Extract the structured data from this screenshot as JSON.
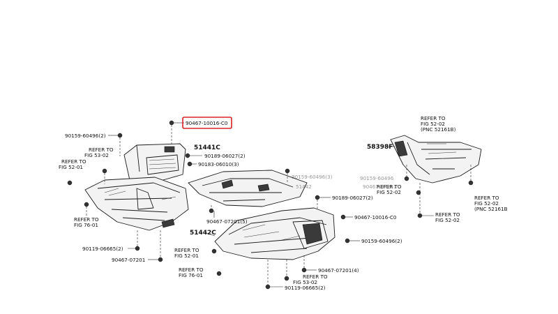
{
  "highlight_color": "#e02020",
  "labels": {
    "p1": "90467-10016-C0",
    "p2": "90159-60496(2)",
    "p3": "51441C",
    "p4": "90189-06027(2)",
    "p5": "90183-06010(3)",
    "p6": "90159-60496(3)",
    "p7": "51442",
    "p8": "90467-07201(5)",
    "p9": "51442C",
    "p10": "90189-06027(2)",
    "p11": "90467-10016-C0",
    "p12": "90159-60496(2)",
    "p13": "90119-06665(2)",
    "p14": "90467-07201",
    "p15": "90467-07201(4)",
    "p16": "90119-06665(2)",
    "p17": "58398F",
    "p18": "90159-60496",
    "p19": "90467-07201"
  },
  "refs": {
    "r1": [
      "REFER TO",
      "FIG 53-02"
    ],
    "r2": [
      "REFER TO",
      "FIG  52-01"
    ],
    "r3": [
      "REFER TO",
      "FIG  76-01"
    ],
    "r4": [
      "REFER TO",
      "FIG  52-01"
    ],
    "r5": [
      "REFER TO",
      "FIG  76-01"
    ],
    "r6": [
      "REFER TO",
      "FIG 53-02"
    ],
    "r7": [
      "REFER TO",
      "FIG  52-02",
      "(PNC  52161B)"
    ],
    "r8": [
      "REFER TO",
      "FIG  52-02"
    ],
    "r9": [
      "REFER TO",
      "FIG  52-02"
    ],
    "r10": [
      "REFER TO",
      "FIG  52-02",
      "(PNC  52161B"
    ]
  }
}
